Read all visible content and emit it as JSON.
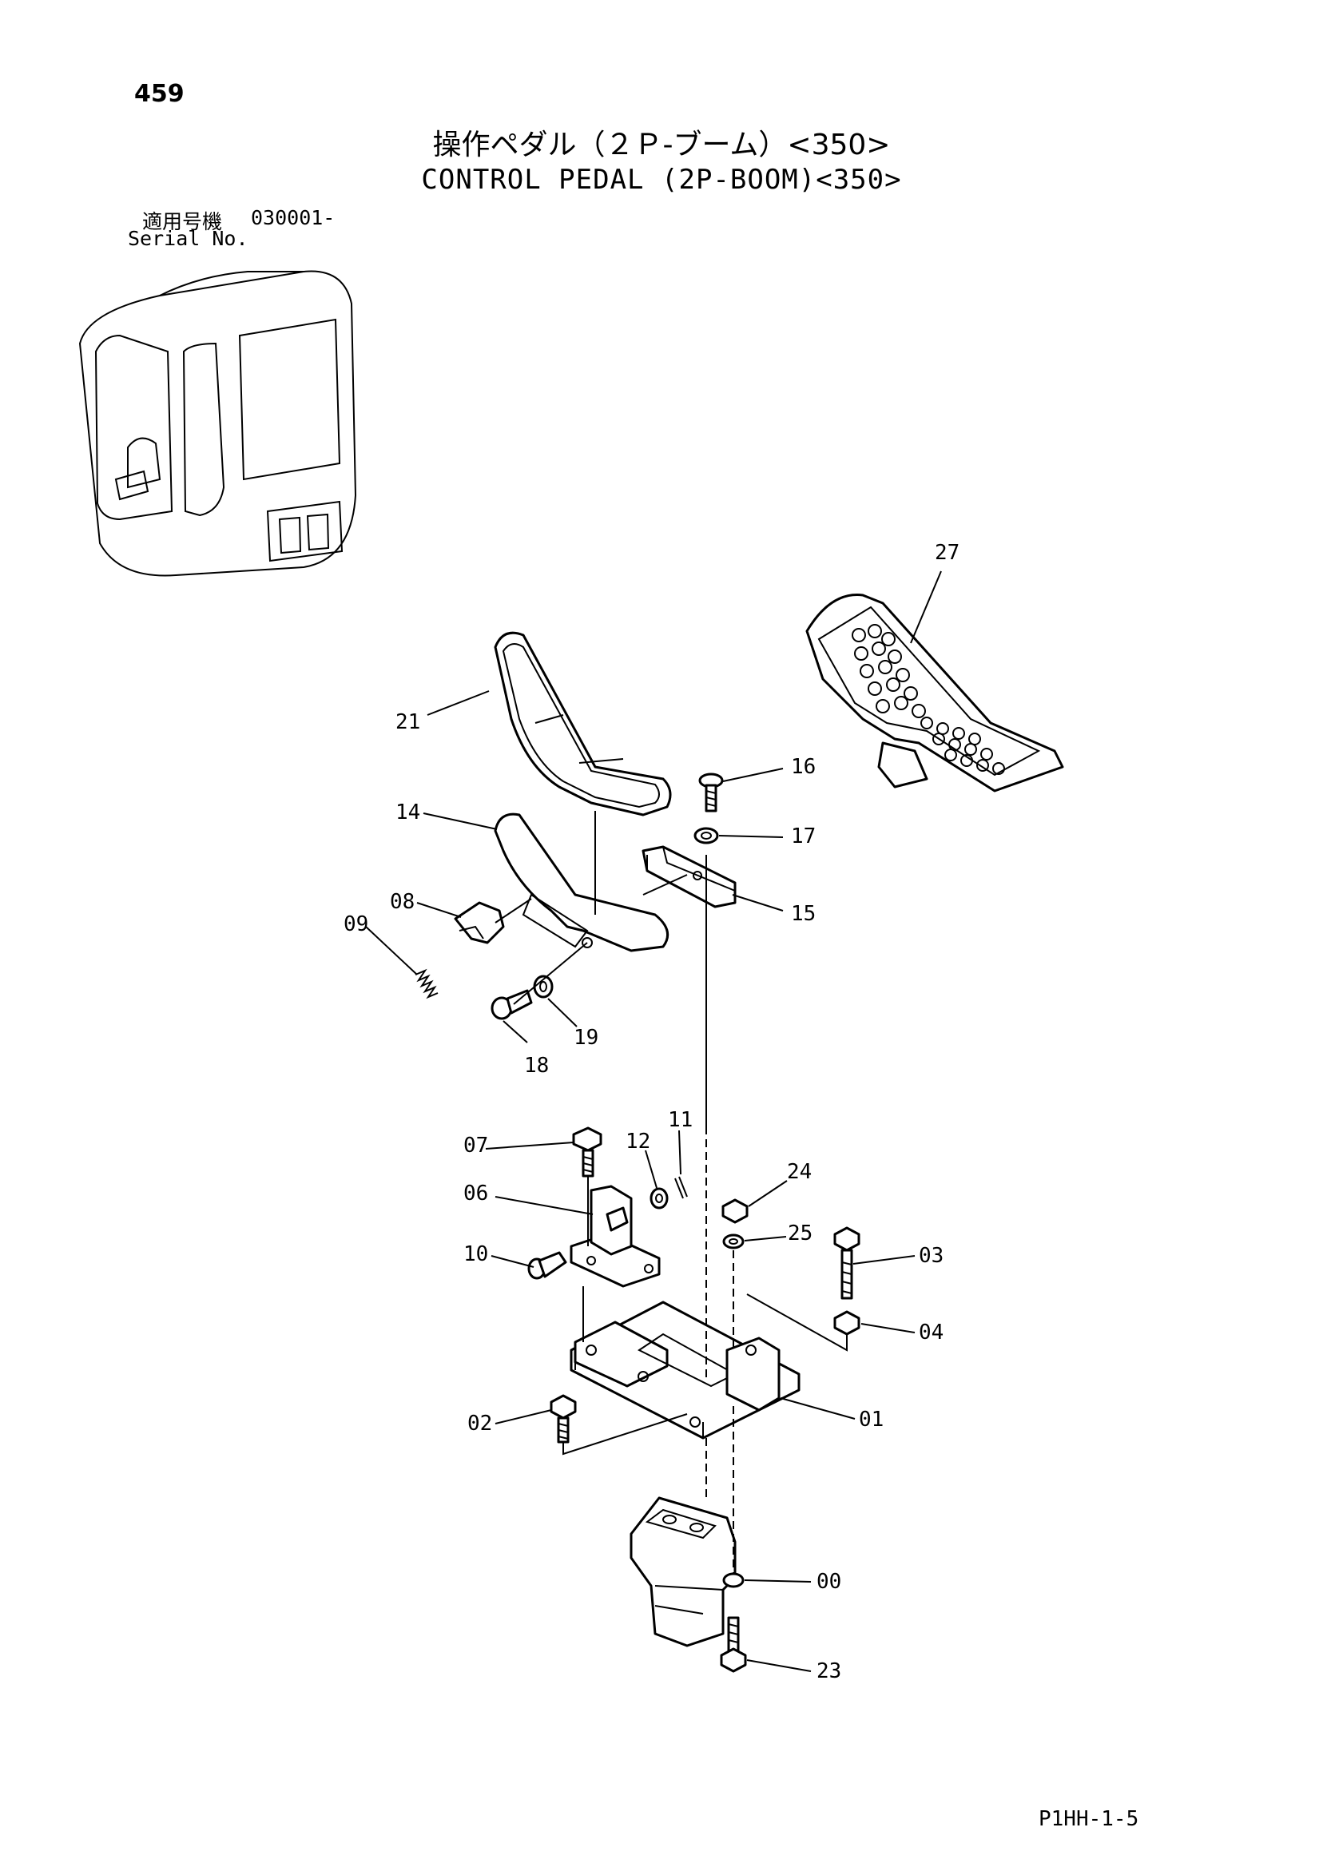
{
  "header": {
    "page_number": "459",
    "title_jp": "操作ペダル（２Ｐ-ブーム）<350>",
    "title_en": "CONTROL PEDAL (2P-BOOM)<350>",
    "serial_label_jp": "適用号機",
    "serial_value": "030001-",
    "serial_label_en": "Serial No."
  },
  "footer": {
    "code": "P1HH-1-5"
  },
  "callouts": {
    "c27": "27",
    "c21": "21",
    "c16": "16",
    "c14": "14",
    "c17": "17",
    "c08": "08",
    "c15": "15",
    "c09": "09",
    "c19": "19",
    "c18": "18",
    "c11": "11",
    "c07": "07",
    "c12": "12",
    "c24": "24",
    "c06": "06",
    "c25": "25",
    "c03": "03",
    "c10": "10",
    "c04": "04",
    "c01": "01",
    "c02": "02",
    "c00": "00",
    "c23": "23"
  }
}
